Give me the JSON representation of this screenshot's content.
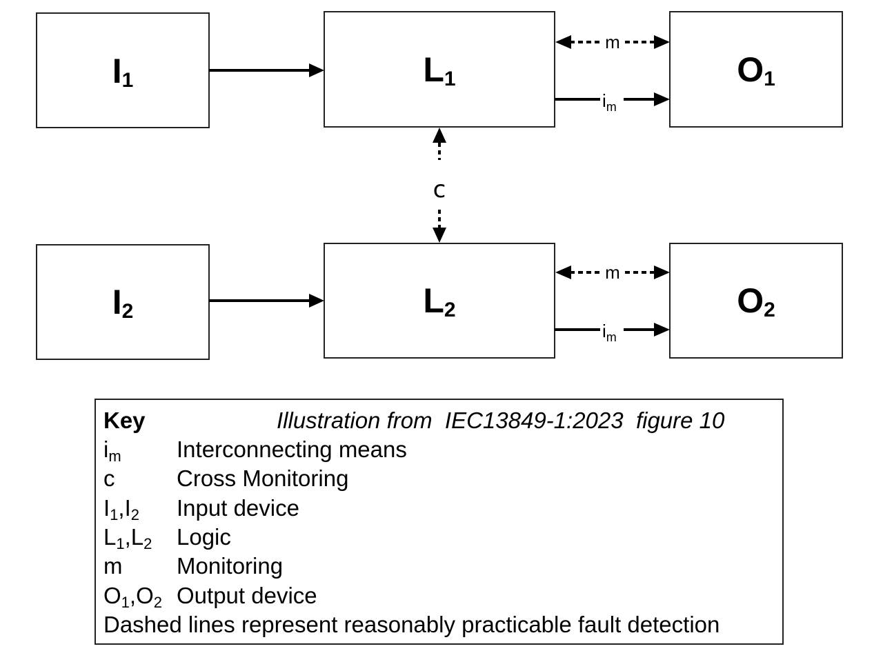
{
  "diagram": {
    "boxes": [
      {
        "id": "I1",
        "letter": "I",
        "sub": "1"
      },
      {
        "id": "L1",
        "letter": "L",
        "sub": "1"
      },
      {
        "id": "O1",
        "letter": "O",
        "sub": "1"
      },
      {
        "id": "I2",
        "letter": "I",
        "sub": "2"
      },
      {
        "id": "L2",
        "letter": "L",
        "sub": "2"
      },
      {
        "id": "O2",
        "letter": "O",
        "sub": "2"
      }
    ],
    "connections": [
      {
        "from": "I1",
        "to": "L1",
        "style": "solid",
        "direction": "forward",
        "label": ""
      },
      {
        "from": "L1",
        "to": "O1",
        "style": "dashed",
        "direction": "both",
        "label": "m"
      },
      {
        "from": "L1",
        "to": "O1",
        "style": "solid",
        "direction": "forward",
        "label": "i",
        "label_sub": "m"
      },
      {
        "from": "L1",
        "to": "L2",
        "style": "dashed",
        "direction": "both",
        "label": "c"
      },
      {
        "from": "I2",
        "to": "L2",
        "style": "solid",
        "direction": "forward",
        "label": ""
      },
      {
        "from": "L2",
        "to": "O2",
        "style": "dashed",
        "direction": "both",
        "label": "m"
      },
      {
        "from": "L2",
        "to": "O2",
        "style": "solid",
        "direction": "forward",
        "label": "i",
        "label_sub": "m"
      }
    ],
    "labels": {
      "m": "m",
      "i": "i",
      "i_sub": "m",
      "c": "c"
    }
  },
  "key": {
    "title": "Key",
    "source": "Illustration from  IEC13849-1:2023  figure 10",
    "entries": [
      {
        "sym": "i",
        "sym_sub": "m",
        "desc": "Interconnecting means"
      },
      {
        "sym": "c",
        "desc": "Cross Monitoring"
      },
      {
        "sym1": "I",
        "sub1": "1",
        "sym2": "I",
        "sub2": "2",
        "desc": "Input device"
      },
      {
        "sym1": "L",
        "sub1": "1",
        "sym2": "L",
        "sub2": "2",
        "desc": "Logic"
      },
      {
        "sym": "m",
        "desc": "Monitoring"
      },
      {
        "sym1": "O",
        "sub1": "1",
        "sym2": "O",
        "sub2": "2",
        "desc": "Output device"
      }
    ],
    "note": "Dashed lines represent reasonably practicable fault detection",
    "separator": ","
  }
}
